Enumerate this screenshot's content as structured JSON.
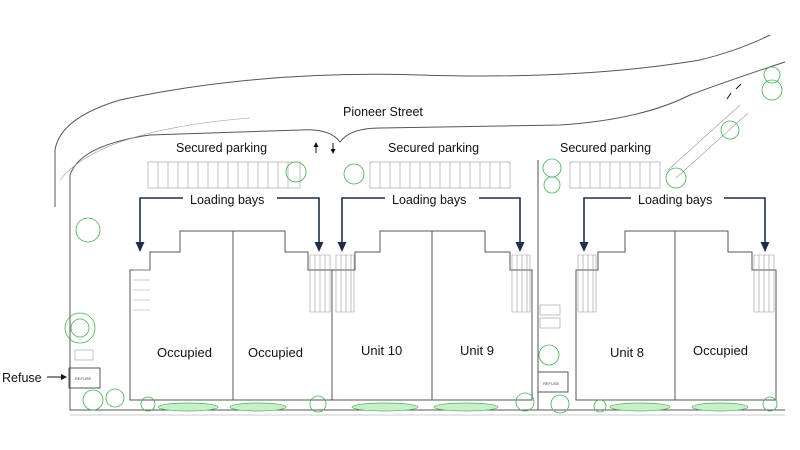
{
  "street": {
    "name": "Pioneer Street"
  },
  "parking": [
    {
      "label": "Secured parking"
    },
    {
      "label": "Secured parking"
    },
    {
      "label": "Secured parking"
    }
  ],
  "loading": [
    {
      "label": "Loading bays"
    },
    {
      "label": "Loading bays"
    },
    {
      "label": "Loading bays"
    }
  ],
  "units": [
    {
      "label": "Occupied"
    },
    {
      "label": "Occupied"
    },
    {
      "label": "Unit 10"
    },
    {
      "label": "Unit 9"
    },
    {
      "label": "Unit 8"
    },
    {
      "label": "Occupied"
    }
  ],
  "refuse": {
    "callout": "Refuse",
    "bin_labels": [
      "REFUSE",
      "REFUSE"
    ]
  },
  "colors": {
    "arrow": "#1f2d4d",
    "vegetation": "#3fb34f",
    "walls": "#555555"
  }
}
